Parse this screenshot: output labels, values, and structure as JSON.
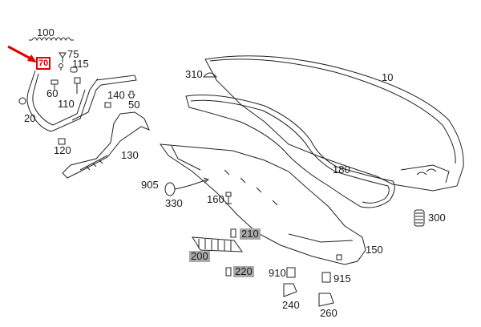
{
  "diagram": {
    "labels": {
      "p100": "100",
      "p75": "75",
      "p70": "70",
      "p115": "115",
      "p60": "60",
      "p110": "110",
      "p140": "140",
      "p50": "50",
      "p20": "20",
      "p120": "120",
      "p130": "130",
      "p310": "310",
      "p10": "10",
      "p180": "180",
      "p905": "905",
      "p330": "330",
      "p160": "160",
      "p300": "300",
      "p210": "210",
      "p200": "200",
      "p220": "220",
      "p150": "150",
      "p910": "910",
      "p915": "915",
      "p240": "240",
      "p260": "260"
    },
    "highlight_color": "#e00000",
    "gray_label_color": "#a9a9a9"
  }
}
